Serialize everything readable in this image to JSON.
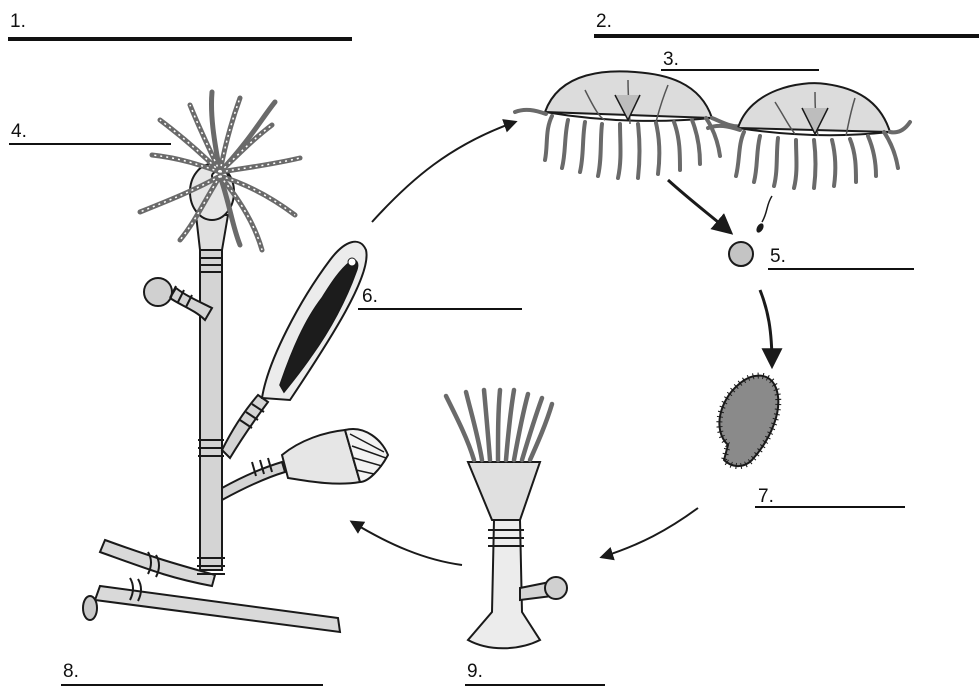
{
  "labels": [
    {
      "id": "1",
      "text": "1."
    },
    {
      "id": "2",
      "text": "2."
    },
    {
      "id": "3",
      "text": "3."
    },
    {
      "id": "4",
      "text": "4."
    },
    {
      "id": "5",
      "text": "5."
    },
    {
      "id": "6",
      "text": "6."
    },
    {
      "id": "7",
      "text": "7."
    },
    {
      "id": "8",
      "text": "8."
    },
    {
      "id": "9",
      "text": "9."
    }
  ],
  "colors": {
    "ink": "#1a1a1a",
    "body_fill": "#d9d9d9",
    "tissue_fill": "#e6e6e6",
    "gonad_fill": "#1c1c1c",
    "background": "#ffffff"
  }
}
